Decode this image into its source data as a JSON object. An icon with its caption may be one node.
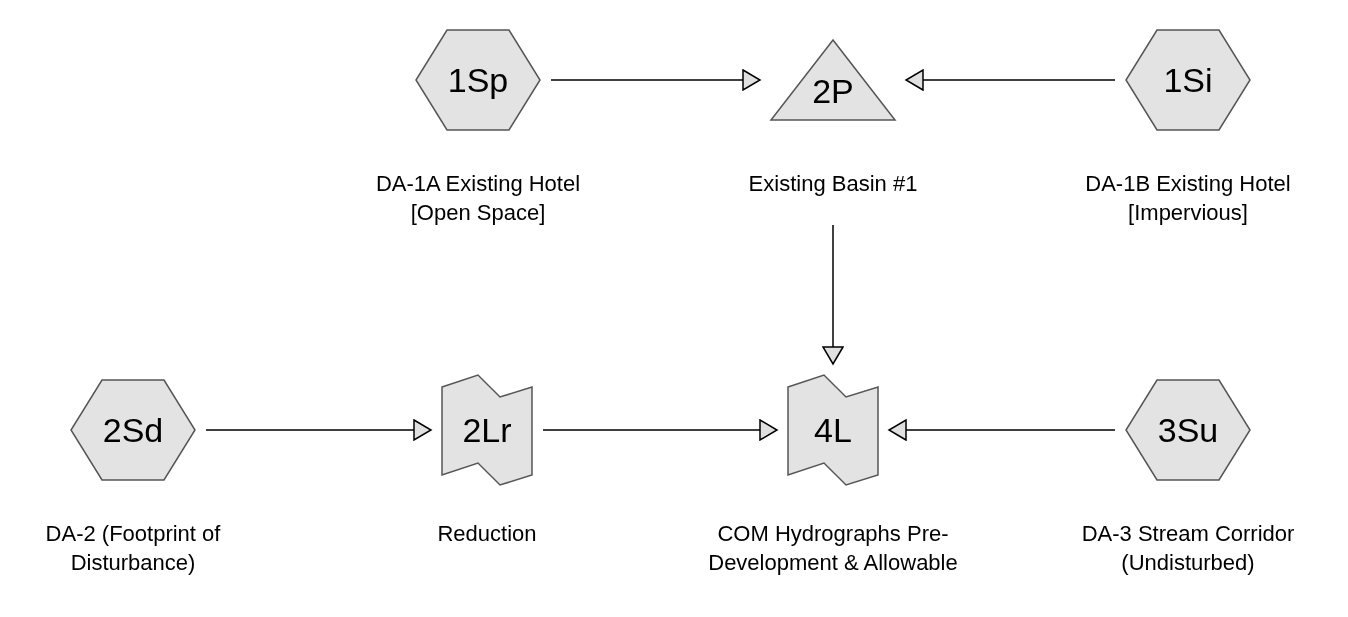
{
  "diagram": {
    "nodes": [
      {
        "text": [
          "1Sp"
        ],
        "beside": [
          "DA-1A Existing Hotel [Open Space]"
        ]
      },
      {
        "text": [
          "2P"
        ],
        "beside": [
          "Existing Basin #1"
        ]
      },
      {
        "text": [
          "1Si"
        ],
        "beside": [
          "DA-1B Existing Hotel [Impervious]"
        ]
      },
      {
        "text": [
          "2Sd"
        ],
        "beside": [
          "DA-2 (Footprint of Disturbance)"
        ]
      },
      {
        "text": [
          "2Lr"
        ],
        "beside": [
          "Reduction"
        ]
      },
      {
        "text": [
          "4L"
        ],
        "beside": [
          "COM Hydrographs Pre-Development & Allowable"
        ]
      },
      {
        "text": [
          "3Su"
        ],
        "beside": [
          "DA-3 Stream Corridor (Undisturbed)"
        ]
      }
    ],
    "edges": [
      {
        "from": 0,
        "to": 1,
        "arrow": "to"
      },
      {
        "from": 2,
        "to": 1,
        "arrow": "to"
      },
      {
        "from": 1,
        "to": 5,
        "arrow": "to"
      },
      {
        "from": 3,
        "to": 4,
        "arrow": "to"
      },
      {
        "from": 4,
        "to": 5,
        "arrow": "to"
      },
      {
        "from": 6,
        "to": 5,
        "arrow": "to"
      }
    ]
  }
}
